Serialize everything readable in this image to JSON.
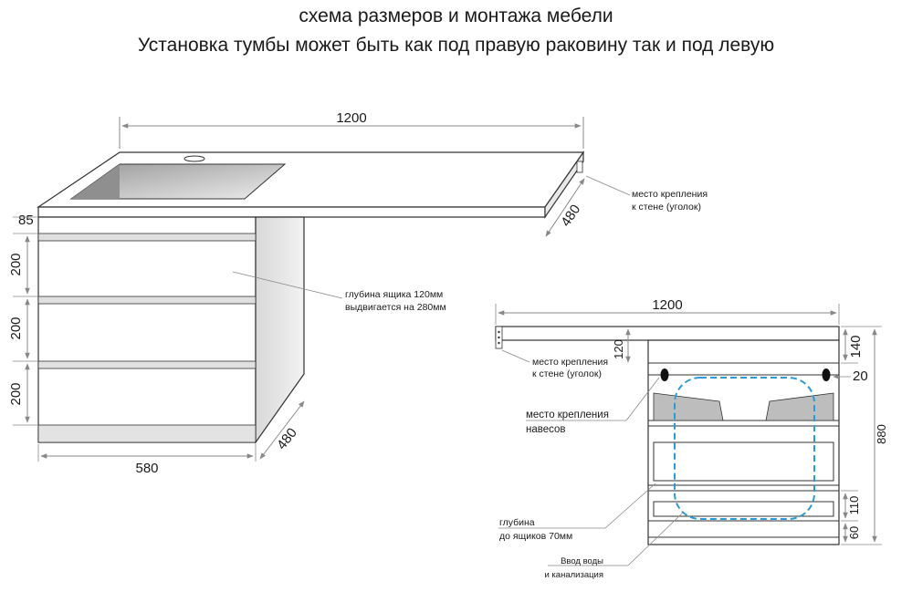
{
  "title_line1": "схема размеров и монтажа мебели",
  "title_line2": "Установка тумбы может быть как под правую раковину так и под левую",
  "left_view": {
    "width": "1200",
    "depth_top": "480",
    "countertop_thickness": "85",
    "drawer_heights": [
      "200",
      "200",
      "200"
    ],
    "cabinet_width": "580",
    "depth_bottom": "480",
    "wall_mount_note_1": "место крепления",
    "wall_mount_note_2": "к стене (уголок)",
    "drawer_note_1": "глубина ящика 120мм",
    "drawer_note_2": "выдвигается на 280мм"
  },
  "right_view": {
    "width": "1200",
    "dim_120": "120",
    "dim_140": "140",
    "dim_20": "20",
    "total_height": "880",
    "dim_110": "110",
    "dim_60": "60",
    "wall_mount_note_1": "место крепления",
    "wall_mount_note_2": "к стене (уголок)",
    "hinge_note_1": "место крепления",
    "hinge_note_2": "навесов",
    "depth_note_1": "глубина",
    "depth_note_2": "до ящиков 70мм",
    "inlet_note_1": "Ввод воды",
    "inlet_note_2": "и канализация"
  },
  "colors": {
    "line": "#333333",
    "dimension": "#888888",
    "panel_fill": "#e6e6e6",
    "shade_fill": "#bdbdbd",
    "dashed": "#2a9bd6"
  }
}
